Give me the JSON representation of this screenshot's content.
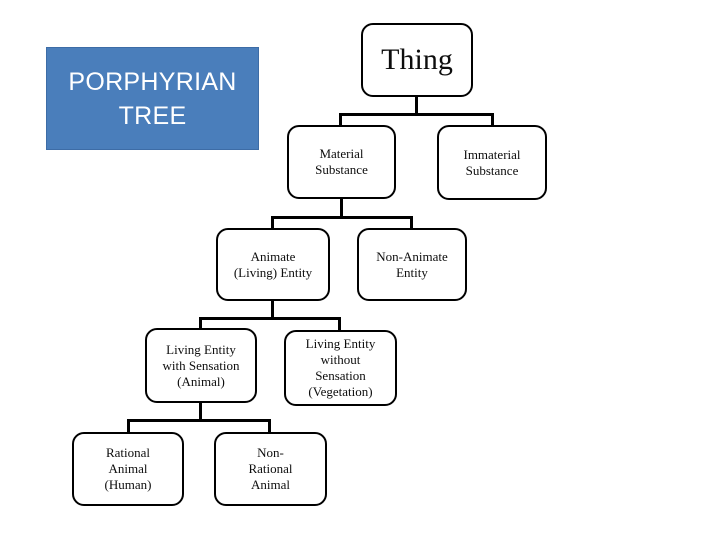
{
  "title_banner": {
    "text": "PORPHYRIAN\nTREE",
    "line1": "PORPHYRIAN",
    "line2": "TREE",
    "background_color": "#4a7ebb",
    "text_color": "#ffffff"
  },
  "diagram": {
    "type": "hierarchy-tree",
    "box_border_color": "#000000",
    "box_fill_color": "#ffffff",
    "levels": [
      {
        "level": 1,
        "nodes": [
          {
            "id": "thing",
            "label": "Thing"
          }
        ]
      },
      {
        "level": 2,
        "nodes": [
          {
            "id": "material-substance",
            "label": "Material\nSubstance"
          },
          {
            "id": "immaterial-substance",
            "label": "Immaterial\nSubstance"
          }
        ]
      },
      {
        "level": 3,
        "nodes": [
          {
            "id": "animate-entity",
            "label": "Animate\n(Living) Entity"
          },
          {
            "id": "non-animate-entity",
            "label": "Non-Animate\nEntity"
          }
        ]
      },
      {
        "level": 4,
        "nodes": [
          {
            "id": "living-with-sensation",
            "label": "Living Entity\nwith Sensation\n(Animal)"
          },
          {
            "id": "living-without-sensation",
            "label": "Living Entity\nwithout\nSensation\n(Vegetation)"
          }
        ]
      },
      {
        "level": 5,
        "nodes": [
          {
            "id": "rational-animal",
            "label": "Rational\nAnimal\n(Human)"
          },
          {
            "id": "non-rational-animal",
            "label": "Non-\nRational\nAnimal"
          }
        ]
      }
    ]
  }
}
